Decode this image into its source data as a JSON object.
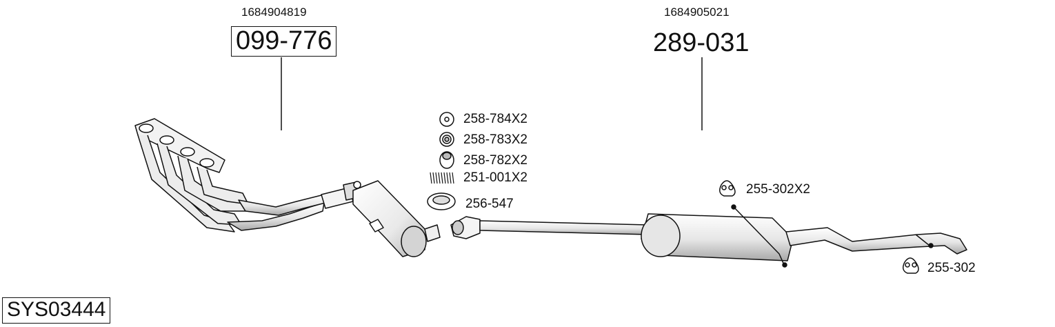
{
  "parts": {
    "manifold": {
      "oem": "1684904819",
      "number": "099-776"
    },
    "rear_silencer": {
      "oem": "1684905021",
      "number": "289-031"
    },
    "small": {
      "ring_a": "258-784X2",
      "ring_b": "258-783X2",
      "ring_c": "258-782X2",
      "spring": "251-001X2",
      "gasket": "256-547",
      "hanger_a": "255-302X2",
      "hanger_b": "255-302"
    }
  },
  "system_code": "SYS03444",
  "colors": {
    "line": "#111111",
    "fill": "#ffffff",
    "shade": "#bdbdbd"
  }
}
